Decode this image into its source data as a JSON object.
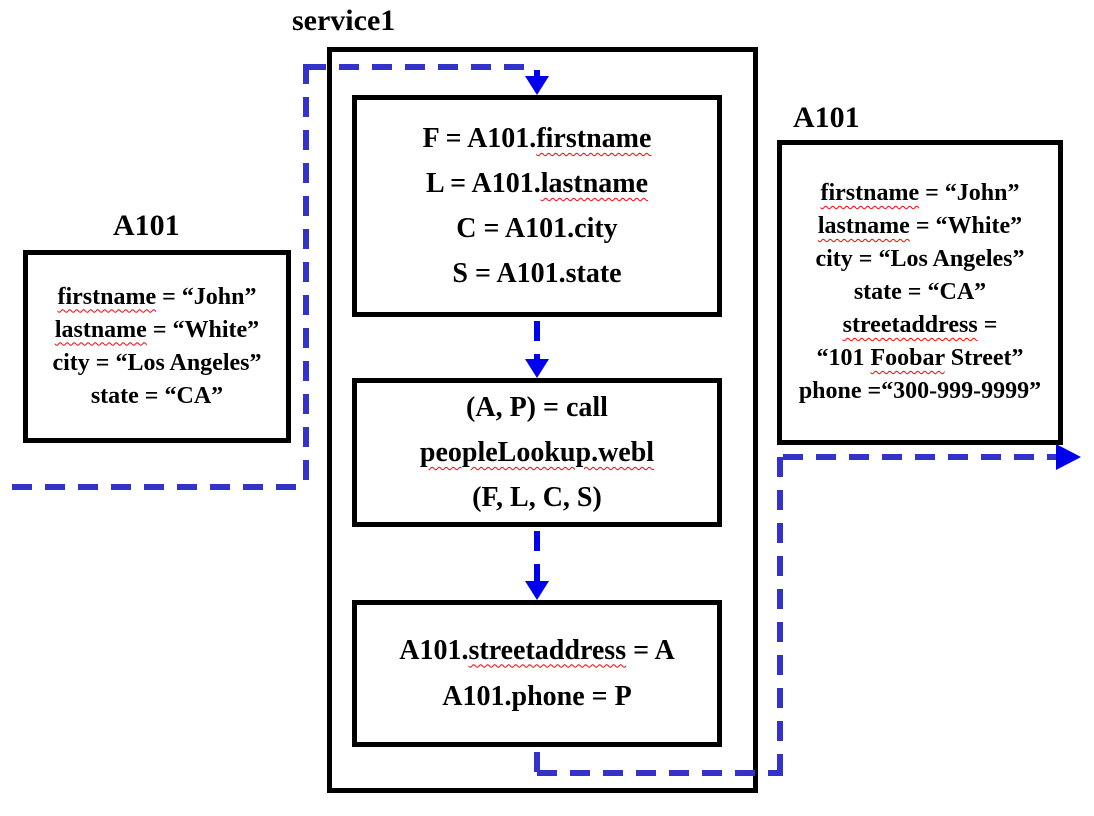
{
  "title": "service1",
  "colors": {
    "dash_blue": "#3333CC",
    "arrow_blue": "#0000EE",
    "box_border": "#000000",
    "spell_red": "#FF0000"
  },
  "service": {
    "steps": [
      {
        "name": "assign-inputs",
        "lines": [
          [
            {
              "t": "F = A101.",
              "sp": false
            },
            {
              "t": "firstname",
              "sp": true
            }
          ],
          [
            {
              "t": "L = A101.",
              "sp": false
            },
            {
              "t": "lastname",
              "sp": true
            }
          ],
          [
            {
              "t": "C = A101.city",
              "sp": false
            }
          ],
          [
            {
              "t": "S = A101.state",
              "sp": false
            }
          ]
        ]
      },
      {
        "name": "call-people-lookup",
        "lines": [
          [
            {
              "t": "(A, P) = call",
              "sp": false
            }
          ],
          [
            {
              "t": "peopleLookup.webl",
              "sp": true
            }
          ],
          [
            {
              "t": "(F, L, C, S)",
              "sp": false
            }
          ]
        ]
      },
      {
        "name": "assign-outputs",
        "lines": [
          [
            {
              "t": "A101.",
              "sp": false
            },
            {
              "t": "streetaddress",
              "sp": true
            },
            {
              "t": " = A",
              "sp": false
            }
          ],
          [
            {
              "t": "A101.phone = P",
              "sp": false
            }
          ]
        ]
      }
    ]
  },
  "left_record": {
    "label": "A101",
    "lines": [
      [
        {
          "t": "firstname",
          "sp": true
        },
        {
          "t": " = “John”",
          "sp": false
        }
      ],
      [
        {
          "t": "lastname",
          "sp": true
        },
        {
          "t": " = “White”",
          "sp": false
        }
      ],
      [
        {
          "t": "city = “Los Angeles”",
          "sp": false
        }
      ],
      [
        {
          "t": "state = “CA”",
          "sp": false
        }
      ]
    ]
  },
  "right_record": {
    "label": "A101",
    "lines": [
      [
        {
          "t": "firstname",
          "sp": true
        },
        {
          "t": " = “John”",
          "sp": false
        }
      ],
      [
        {
          "t": "lastname",
          "sp": true
        },
        {
          "t": " = “White”",
          "sp": false
        }
      ],
      [
        {
          "t": "city = “Los Angeles”",
          "sp": false
        }
      ],
      [
        {
          "t": "state = “CA”",
          "sp": false
        }
      ],
      [
        {
          "t": "streetaddress",
          "sp": true
        },
        {
          "t": " =",
          "sp": false
        }
      ],
      [
        {
          "t": "“101 ",
          "sp": false
        },
        {
          "t": "Foobar",
          "sp": true
        },
        {
          "t": " Street”",
          "sp": false
        }
      ],
      [
        {
          "t": "phone =“300-999-9999”",
          "sp": false
        }
      ]
    ]
  }
}
